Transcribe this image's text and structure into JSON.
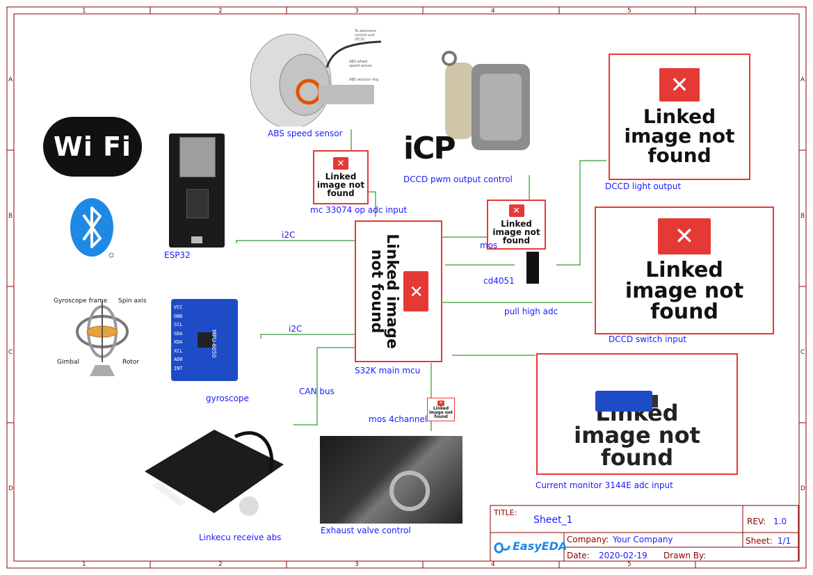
{
  "rulers": {
    "columns": [
      "1",
      "2",
      "3",
      "4",
      "5"
    ],
    "rows": [
      "A",
      "B",
      "C",
      "D"
    ]
  },
  "components": {
    "abs": "ABS speed sensor",
    "abs_callouts": [
      "To electronic control unit (ECU)",
      "ABS wheel speed sensor",
      "ABS reluctor ring"
    ],
    "esp32": "ESP32",
    "mc33074": "mc 33074 op adc input",
    "dccd_pwm": "DCCD pwm output control",
    "icp_logo": "iCP",
    "dccd_light": "DCCD light output",
    "mos": "mos",
    "cd4051": "cd4051",
    "pull_high": "pull high adc",
    "dccd_switch": "DCCD switch input",
    "mcu": "S32K main mcu",
    "gyroscope": "gyroscope",
    "can_bus": "CAN bus",
    "mos4": "mos 4channel",
    "current_monitor": "Current monitor  3144E adc input",
    "linkecu": "Linkecu receive abs",
    "exhaust": "Exhaust valve control",
    "i2c_top": "i2C",
    "i2c_bottom": "i2C",
    "gyro_callouts": [
      "Gyroscope frame",
      "Spin axis",
      "Gimbal",
      "Rotor"
    ],
    "wifi_logo": "Wi Fi",
    "mpu_pins": [
      "VCC",
      "GND",
      "SCL",
      "SDA",
      "XDA",
      "XCL",
      "AD0",
      "INT"
    ],
    "mpu_chip": "MPU-6050"
  },
  "broken_image_text": "Linked image not found",
  "title_block": {
    "title_label": "TITLE:",
    "title_value": "Sheet_1",
    "rev_label": "REV:",
    "rev_value": "1.0",
    "company_label": "Company:",
    "company_value": "Your Company",
    "sheet_label": "Sheet:",
    "sheet_value": "1/1",
    "date_label": "Date:",
    "date_value": "2020-02-19",
    "drawn_by_label": "Drawn By:",
    "brand": "EasyEDA"
  },
  "colors": {
    "frame": "#8b0000",
    "wire": "#008000",
    "label": "#1a1aff",
    "broken_border": "#e53935"
  }
}
